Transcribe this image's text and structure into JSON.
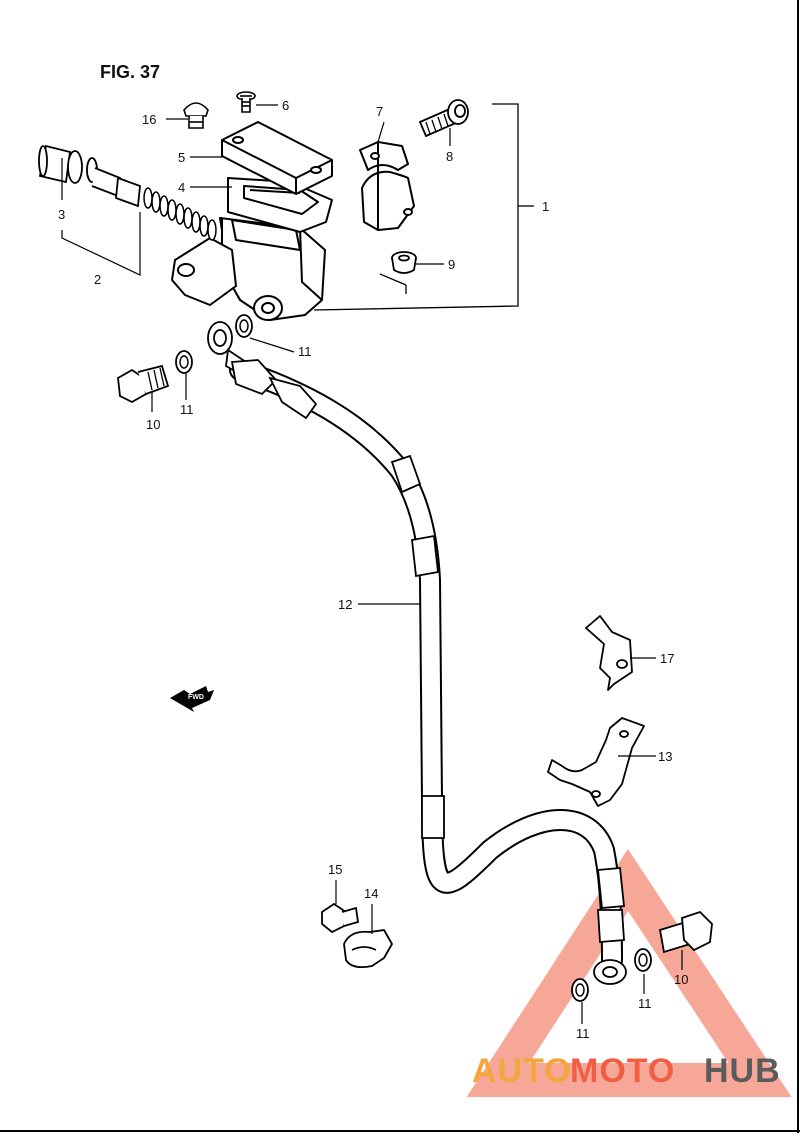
{
  "figure_title": "FIG. 37",
  "fwd_label": "FWD",
  "watermark": {
    "part1": "AUTO",
    "part2": "MOTO",
    "part3": "HUB",
    "color_light": "#f4a63c",
    "color_mid": "#ef5f43",
    "color_dark": "#5b5b5b"
  },
  "callouts": [
    "1",
    "2",
    "3",
    "4",
    "5",
    "6",
    "7",
    "8",
    "9",
    "10",
    "11",
    "12",
    "13",
    "14",
    "15",
    "16",
    "17"
  ],
  "callout_11": "11",
  "callout_10": "10"
}
